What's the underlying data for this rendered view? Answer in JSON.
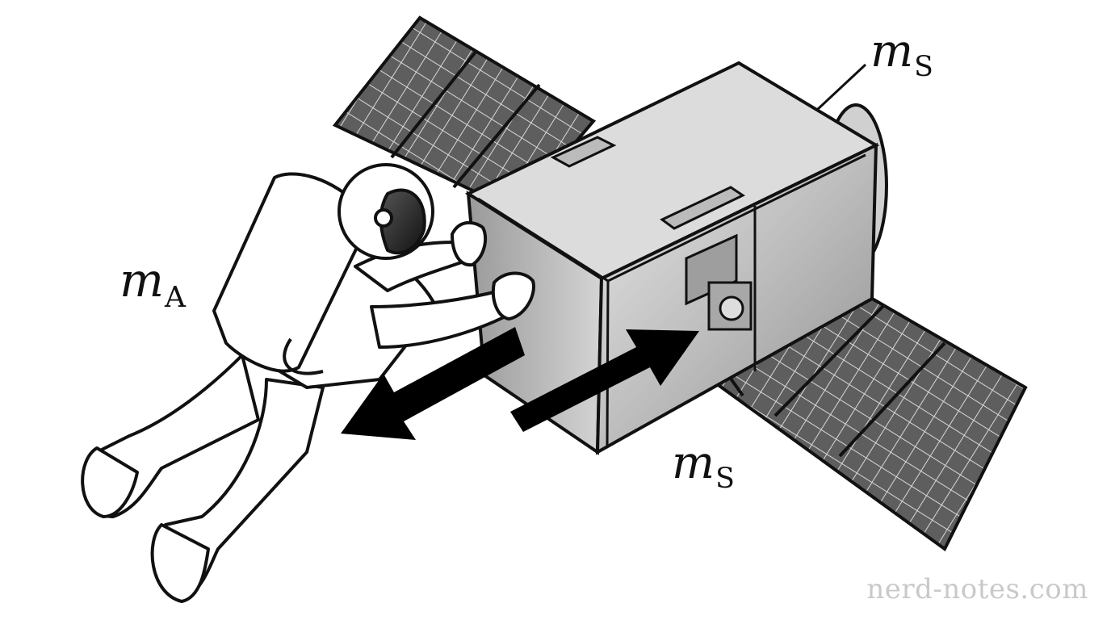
{
  "labels": {
    "astronaut_mass": {
      "symbol": "m",
      "subscript": "A"
    },
    "satellite_mass_top": {
      "symbol": "m",
      "subscript": "S"
    },
    "satellite_mass_bottom": {
      "symbol": "m",
      "subscript": "S"
    }
  },
  "watermark": "nerd-notes.com",
  "colors": {
    "panel_fill": "#5a5a5a",
    "body_fill": "#c8c8c8",
    "arrow_fill": "#000000",
    "suit_fill": "#ffffff",
    "outline": "#111111"
  }
}
